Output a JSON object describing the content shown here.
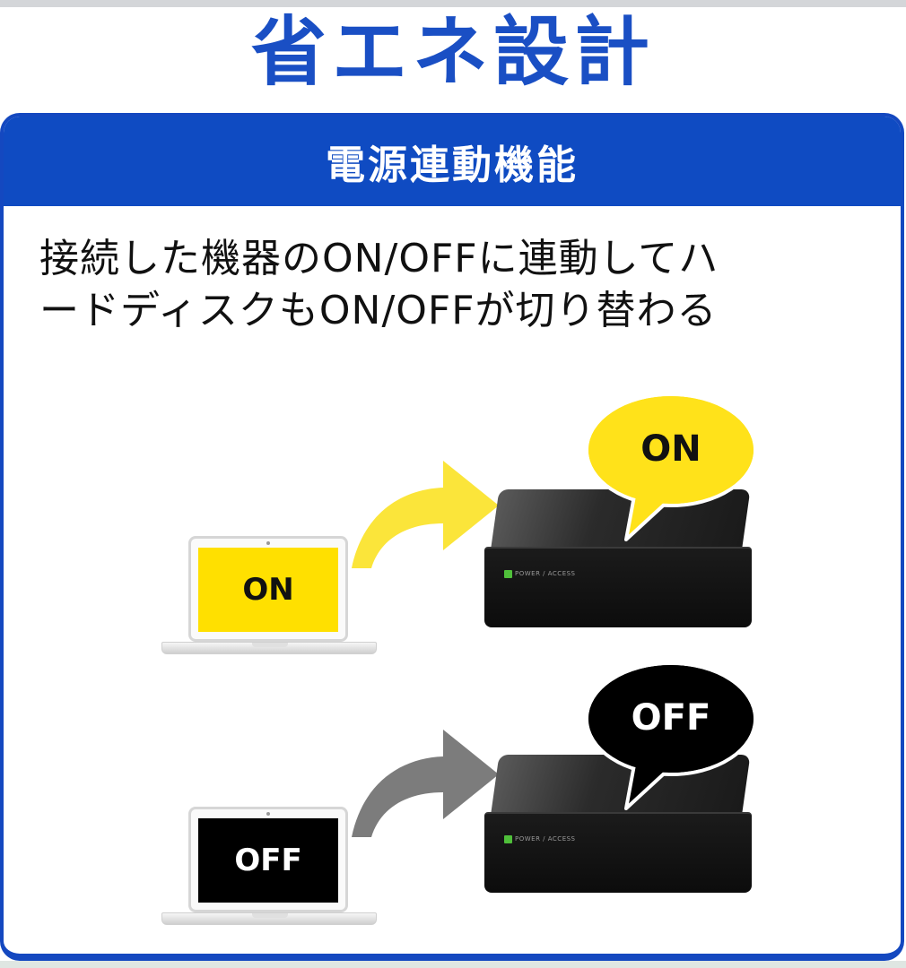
{
  "page": {
    "title": "省エネ設計",
    "card": {
      "header": "電源連動機能",
      "description_lines": [
        "接続した機器のON/OFFに連動してハ",
        "ードディスクもON/OFFが切り替わる"
      ]
    },
    "scenes": [
      {
        "state": "on",
        "laptop_screen_text": "ON",
        "bubble_text": "ON",
        "hdd_label": "POWER / ACCESS",
        "colors": {
          "screen_bg": "#ffe000",
          "screen_text": "#111111",
          "arrow": "#fbe53a",
          "bubble_bg": "#ffe21a",
          "bubble_text": "#111111"
        }
      },
      {
        "state": "off",
        "laptop_screen_text": "OFF",
        "bubble_text": "OFF",
        "hdd_label": "POWER / ACCESS",
        "colors": {
          "screen_bg": "#000000",
          "screen_text": "#ffffff",
          "arrow": "#7c7c7c",
          "bubble_bg": "#000000",
          "bubble_text": "#ffffff"
        }
      }
    ],
    "colors": {
      "accent_blue": "#1448c0",
      "title_blue": "#1a4fc4"
    }
  }
}
